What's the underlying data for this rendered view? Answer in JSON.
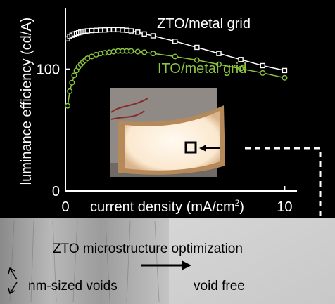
{
  "chart_data": {
    "type": "scatter",
    "xlabel": "current density (mA/cm",
    "xlabel_sup": "2",
    "xlabel_end": ")",
    "ylabel": "luminance efficiency (cd/A)",
    "xlim": [
      0,
      10.5
    ],
    "ylim": [
      0,
      150
    ],
    "xticks": [
      0,
      10
    ],
    "xtick_labels": [
      "0",
      "10"
    ],
    "yticks": [
      0,
      100
    ],
    "ytick_labels": [
      "0",
      "100"
    ],
    "grid": false,
    "series": [
      {
        "name": "ZTO/metal grid",
        "color": "#ffffff",
        "marker": "square",
        "x": [
          0.1,
          0.2,
          0.3,
          0.4,
          0.5,
          0.6,
          0.7,
          0.8,
          0.9,
          1.0,
          1.2,
          1.4,
          1.6,
          1.8,
          2.0,
          2.2,
          2.4,
          2.6,
          2.8,
          3.0,
          3.3,
          3.6,
          4.0,
          5.0,
          6.0,
          7.0,
          8.0,
          9.0,
          10.0
        ],
        "y": [
          125,
          127,
          128,
          129,
          129.5,
          130,
          130.5,
          131,
          131.2,
          131.5,
          131.8,
          132,
          132.2,
          132.3,
          132.5,
          132.5,
          132.5,
          132.3,
          132,
          131.5,
          130.5,
          129,
          127.5,
          123,
          118,
          113,
          108,
          103,
          99
        ]
      },
      {
        "name": "ITO/metal grid",
        "color": "#8dc63f",
        "marker": "circle",
        "x": [
          0.1,
          0.2,
          0.3,
          0.4,
          0.5,
          0.6,
          0.7,
          0.8,
          0.9,
          1.0,
          1.2,
          1.4,
          1.6,
          1.8,
          2.0,
          2.2,
          2.4,
          2.6,
          2.8,
          3.0,
          3.3,
          3.6,
          4.0,
          5.0,
          6.0,
          7.0,
          8.0,
          9.0,
          10.0
        ],
        "y": [
          70,
          82,
          89,
          95,
          99,
          102,
          104,
          106,
          107.5,
          109,
          110.5,
          112,
          113,
          113.5,
          114,
          114.5,
          115,
          115,
          115,
          115,
          114.5,
          114,
          113,
          110.5,
          107.5,
          104,
          100.5,
          97,
          93
        ]
      }
    ],
    "annotations": [
      {
        "text": "ZTO/metal grid",
        "color": "#ffffff"
      },
      {
        "text": "ITO/metal grid",
        "color": "#8dc63f"
      }
    ]
  },
  "bottom_panel": {
    "title": "ZTO microstructure optimization",
    "left_label": "nm-sized voids",
    "right_label": "void free"
  }
}
